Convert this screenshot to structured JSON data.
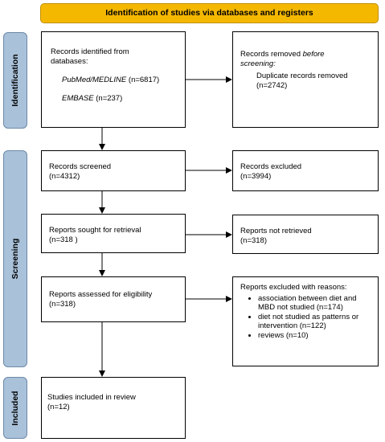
{
  "header": {
    "title": "Identification of studies via databases and registers"
  },
  "sidebar": {
    "identification": "Identification",
    "screening": "Screening",
    "included": "Included"
  },
  "identification": {
    "records_identified": {
      "line1": "Records identified from",
      "line2": "databases:",
      "db1_name": "PubMed/MEDLINE",
      "db1_count": " (n=6817)",
      "db2_name": "EMBASE",
      "db2_count": " (n=237)"
    },
    "records_removed": {
      "line1_prefix": "Records removed ",
      "line1_italic": "before",
      "line2": "screening:",
      "dup_line1": "Duplicate records removed",
      "dup_line2": "(n=2742)"
    }
  },
  "screening": {
    "screened": {
      "label": "Records screened",
      "count": "(n=4312)"
    },
    "excluded": {
      "label": "Records excluded",
      "count": "(n=3994)"
    },
    "sought": {
      "label": "Reports sought for retrieval",
      "count": "(n=318 )"
    },
    "not_retrieved": {
      "label": "Reports not retrieved",
      "count": "(n=318)"
    },
    "assessed": {
      "label": "Reports assessed for eligibility",
      "count": "(n=318)"
    },
    "excluded_reasons": {
      "label": "Reports excluded with reasons:",
      "reasons": [
        "association between diet and MBD not studied (n=174)",
        "diet not studied as patterns or intervention (n=122)",
        "reviews (n=10)"
      ]
    }
  },
  "included": {
    "studies": {
      "label": "Studies included in review",
      "count": "(n=12)"
    }
  }
}
